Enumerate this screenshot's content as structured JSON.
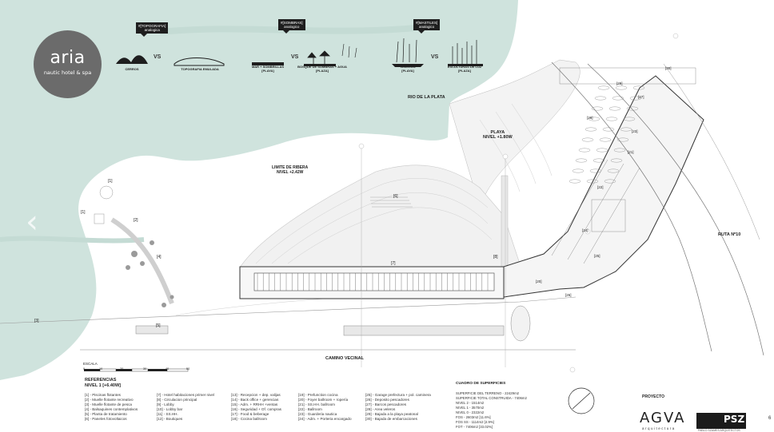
{
  "logo": {
    "word": "aria",
    "sub": "nautic hotel & spa"
  },
  "concepts": [
    {
      "tag": "#[TOPOGRAFIA]\nanalogica",
      "left": "CERROS",
      "right": "TOPOGRAFIA EMULADA",
      "vs": "VS"
    },
    {
      "tag": "#[SOMBRAS]\nanalogico",
      "left": "MAR + SOMBRILLAS\n[PLAYA]",
      "right": "BOSQUE DE SOMBRAS + AGUA\n[PLAZA]",
      "vs": "VS"
    },
    {
      "tag": "#[MASTILES]\nanalogico",
      "left": "VELEROS\n[PLAYA]",
      "right": "ESCULTURAS DE LUZ\n[PLAZA]",
      "vs": "VS"
    }
  ],
  "map_labels": {
    "rio": "RIO DE LA PLATA",
    "playa": "PLAYA\nNIVEL +1.80W",
    "limite": "LIMITE DE RIBERA\nNIVEL +2.42W",
    "ruta": "RUTA Nº10",
    "camino": "CAMINO VECINAL",
    "escala": "ESCALA",
    "scale_ticks": [
      "0",
      "10",
      "20",
      "30",
      "40",
      "50"
    ]
  },
  "callouts": [
    "[1]",
    "[1]",
    "[2]",
    "[3]",
    "[4]",
    "[5]",
    "[6]",
    "[7]",
    "[8]",
    "[20]",
    "[21]",
    "[22]",
    "[23]",
    "[24]",
    "[25]",
    "[26]",
    "[27]",
    "[28]",
    "[29]",
    "[30]"
  ],
  "references": {
    "title": "REFERENCIAS\nNIVEL 1 [+6.40W]",
    "columns": [
      [
        "[1] - Piscinas flotantes",
        "[2] - Muelle flotante recreativo",
        "[3] - Muelle flotante de pesca",
        "[4] - Balsaquines contemplativos",
        "[5] - Planta de tratamiento",
        "[6] - Paneles fotovoltaicos"
      ],
      [
        "[7] - Hotel habitaciones primer nivel",
        "[8] - Circulacion principal",
        "[9] - Lobby",
        "[10] - Lobby bar",
        "[11] - SS.HH.",
        "[12] - Boutiques"
      ],
      [
        "[13] - Recepcion + dep. valijas",
        "[14] - Back office + gerencias",
        "[15] - Adm. + RRHH +ventas",
        "[16] - Seguridad + Of. compras",
        "[17] - Food & beberage",
        "[18] - Cocina ballroom"
      ],
      [
        "[19] - Prefunction cocina",
        "[20] - Foyer ballroom + ropería",
        "[21] - SS.HH. ballroom",
        "[22] - Ballroom",
        "[23] - Guarderia nautica",
        "[24] - Adm. + Porteria encargado"
      ],
      [
        "[25] - Garage prefectura + pol. caminera",
        "[26] - Deposito pescadores",
        "[27] - Barcos pescadores",
        "[28] - Area veleros",
        "[29] - Bajada a la playa peatonal",
        "[30] - Bajada de embarcaciones"
      ]
    ]
  },
  "superficies": {
    "title": "CUADRO DE SUPERFICIES",
    "lines": [
      "SUPERFICIE DEL TERRENO - 22429m2",
      "SUPERFICIE TOTAL CONSTRUIDA - 7406m2",
      "NIVEL 2 - 1514m2",
      "NIVEL 1 - 3570m2",
      "NIVEL 0 - 2322m2",
      "FOS - 2603m2 [11.6%]",
      "FOS SS - 1114m2 [4.9%]",
      "FOT - 7406m2 [33.02%]"
    ]
  },
  "proyecto": {
    "title": "PROYECTO",
    "agva": "AGVA",
    "agva_sub": "arquitectura",
    "psz": "PSZ",
    "psz_sub": "PABLO SZAMES ARQUITECTOS"
  },
  "page_number": "6",
  "nav": {
    "prev": "‹",
    "next": "›"
  },
  "colors": {
    "water": "#cfe3dd",
    "land": "#ffffff",
    "line": "#333333",
    "logo": "#6b6b6b"
  }
}
